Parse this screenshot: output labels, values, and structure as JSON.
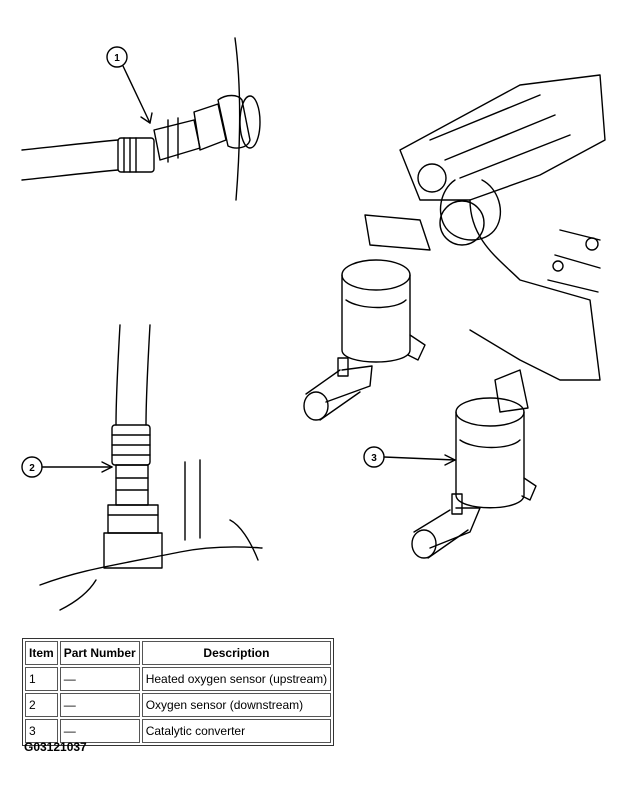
{
  "callouts": [
    "1",
    "2",
    "3"
  ],
  "table": {
    "headers": [
      "Item",
      "Part Number",
      "Description"
    ],
    "rows": [
      [
        "1",
        "—",
        "Heated oxygen sensor (upstream)"
      ],
      [
        "2",
        "—",
        "Oxygen sensor (downstream)"
      ],
      [
        "3",
        "—",
        "Catalytic converter"
      ]
    ]
  },
  "figure_id": "G03121037"
}
